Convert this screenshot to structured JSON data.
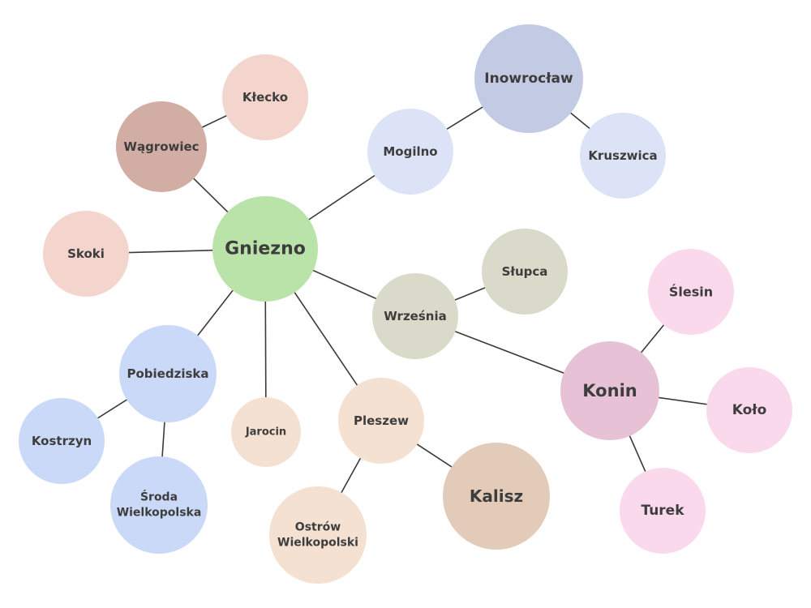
{
  "nodes": [
    {
      "id": "gniezno",
      "label": [
        "Gniezno"
      ],
      "color": "#b9e3a9",
      "text_color": "#556b50"
    },
    {
      "id": "klecko",
      "label": [
        "Kłecko"
      ],
      "color": "#f3d5cd"
    },
    {
      "id": "wagrowiec",
      "label": [
        "Wągrowiec"
      ],
      "color": "#d1ada3"
    },
    {
      "id": "skoki",
      "label": [
        "Skoki"
      ],
      "color": "#f3d5cd"
    },
    {
      "id": "mogilno",
      "label": [
        "Mogilno"
      ],
      "color": "#dde3f6"
    },
    {
      "id": "inowroclaw",
      "label": [
        "Inowrocław"
      ],
      "color": "#c3cbe4"
    },
    {
      "id": "kruszwica",
      "label": [
        "Kruszwica"
      ],
      "color": "#dde3f6"
    },
    {
      "id": "wrzesnia",
      "label": [
        "Września"
      ],
      "color": "#d9dac9"
    },
    {
      "id": "slupca",
      "label": [
        "Słupca"
      ],
      "color": "#d9dac9"
    },
    {
      "id": "slesin",
      "label": [
        "Ślesin"
      ],
      "color": "#fbd9ec"
    },
    {
      "id": "konin",
      "label": [
        "Konin"
      ],
      "color": "#e7c2d6"
    },
    {
      "id": "kolo",
      "label": [
        "Koło"
      ],
      "color": "#fbd9ec"
    },
    {
      "id": "turek",
      "label": [
        "Turek"
      ],
      "color": "#fbd9ec"
    },
    {
      "id": "pobiedziska",
      "label": [
        "Pobiedziska"
      ],
      "color": "#cad9f8"
    },
    {
      "id": "kostrzyn",
      "label": [
        "Kostrzyn"
      ],
      "color": "#cad9f8"
    },
    {
      "id": "sroda",
      "label": [
        "Środa",
        "Wielkopolska"
      ],
      "color": "#cad9f8"
    },
    {
      "id": "jarocin",
      "label": [
        "Jarocin"
      ],
      "color": "#f4e1d1"
    },
    {
      "id": "pleszew",
      "label": [
        "Pleszew"
      ],
      "color": "#f4e1d1"
    },
    {
      "id": "ostrow",
      "label": [
        "Ostrów",
        "Wielkopolski"
      ],
      "color": "#f4e1d1"
    },
    {
      "id": "kalisz",
      "label": [
        "Kalisz"
      ],
      "color": "#e2cbb8"
    }
  ],
  "edges": [
    [
      "gniezno",
      "wagrowiec"
    ],
    [
      "wagrowiec",
      "klecko"
    ],
    [
      "gniezno",
      "skoki"
    ],
    [
      "gniezno",
      "mogilno"
    ],
    [
      "mogilno",
      "inowroclaw"
    ],
    [
      "inowroclaw",
      "kruszwica"
    ],
    [
      "gniezno",
      "wrzesnia"
    ],
    [
      "wrzesnia",
      "slupca"
    ],
    [
      "wrzesnia",
      "konin"
    ],
    [
      "konin",
      "slesin"
    ],
    [
      "konin",
      "kolo"
    ],
    [
      "konin",
      "turek"
    ],
    [
      "gniezno",
      "pobiedziska"
    ],
    [
      "pobiedziska",
      "kostrzyn"
    ],
    [
      "pobiedziska",
      "sroda"
    ],
    [
      "gniezno",
      "jarocin"
    ],
    [
      "gniezno",
      "pleszew"
    ],
    [
      "pleszew",
      "ostrow"
    ],
    [
      "pleszew",
      "kalisz"
    ]
  ]
}
